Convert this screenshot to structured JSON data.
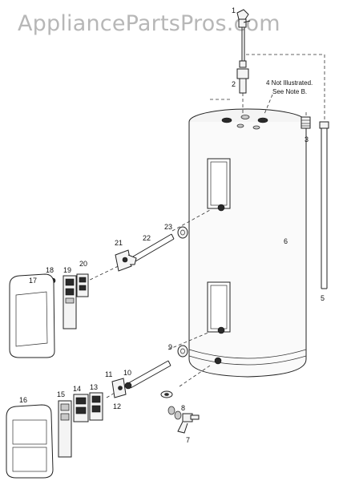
{
  "watermark": "AppliancePartsPros.com",
  "note_lines": [
    "4 Not Illustrated.",
    "See Note B."
  ],
  "labels": {
    "p1": "1",
    "p2": "2",
    "p3": "3",
    "p5": "5",
    "p6": "6",
    "p7": "7",
    "p8": "8",
    "p9": "9",
    "p10": "10",
    "p11": "11",
    "p12": "12",
    "p13": "13",
    "p14": "14",
    "p15": "15",
    "p16": "16",
    "p17": "17",
    "p18": "18",
    "p19": "19",
    "p20": "20",
    "p21": "21",
    "p22": "22",
    "p23": "23"
  }
}
